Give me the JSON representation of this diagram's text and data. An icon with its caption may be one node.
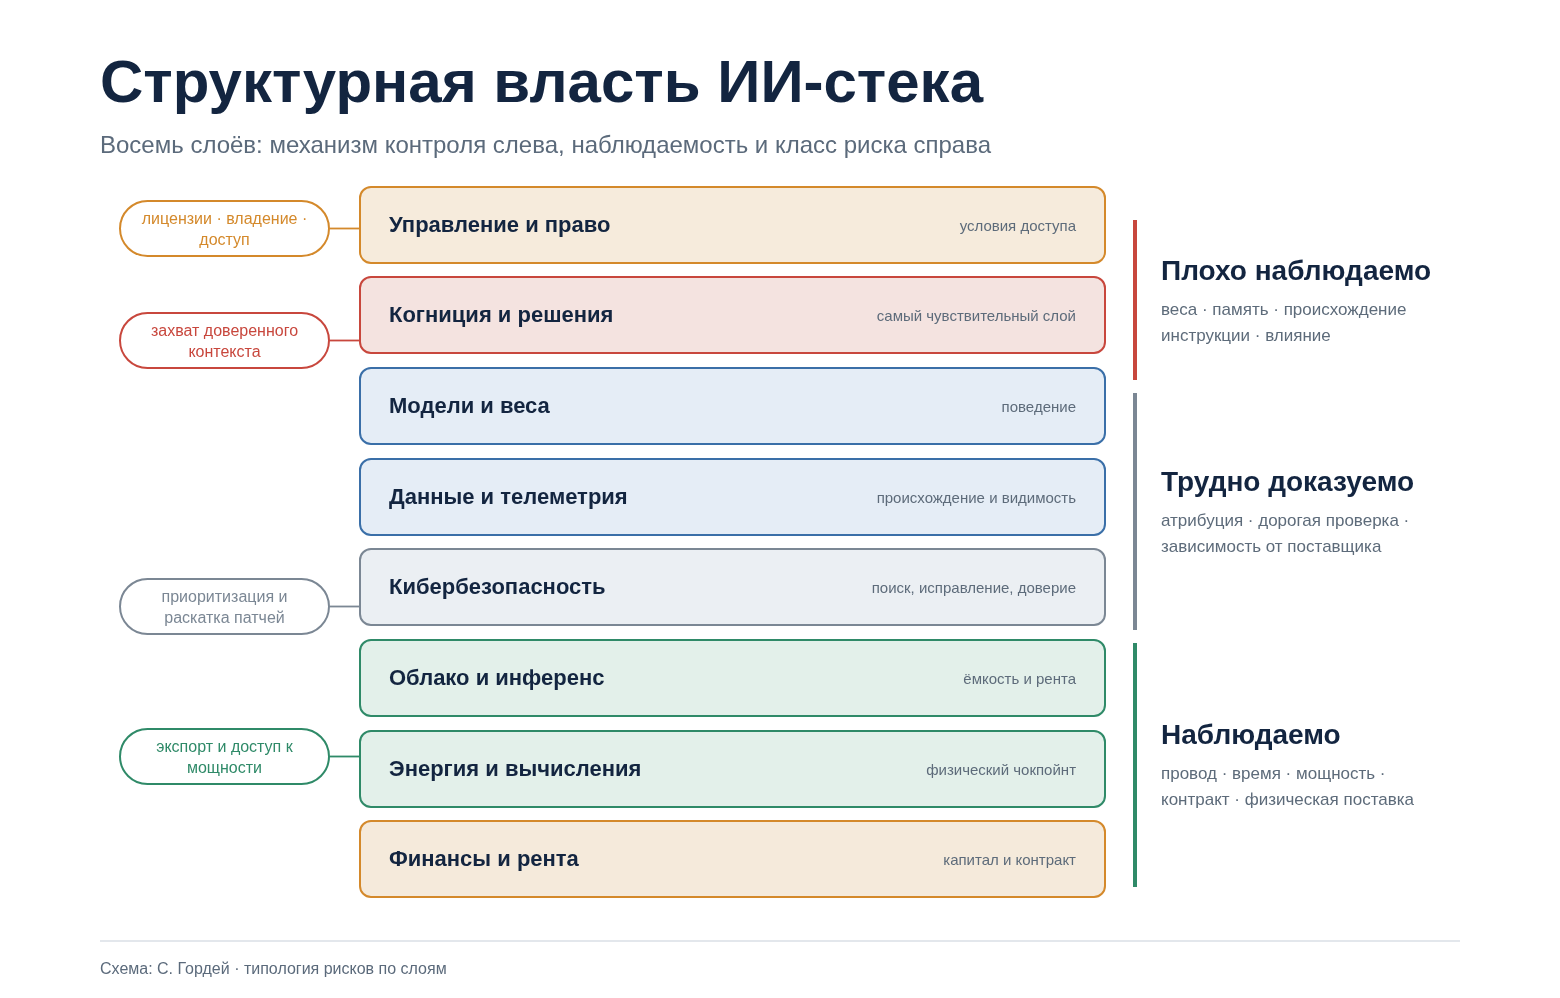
{
  "diagram": {
    "title": "Структурная власть ИИ-стека",
    "nodes": [
      {
        "text": [
          "Управление и право",
          "условия доступа"
        ]
      },
      {
        "text": [
          "Когниция и решения",
          "самый чувствительный слой"
        ]
      },
      {
        "text": [
          "Модели и веса",
          "поведение"
        ]
      },
      {
        "text": [
          "Данные и телеметрия",
          "происхождение и видимость"
        ]
      },
      {
        "text": [
          "Кибербезопасность",
          "поиск, исправление, доверие"
        ]
      },
      {
        "text": [
          "Облако и инференс",
          "ёмкость и рента"
        ]
      },
      {
        "text": [
          "Энергия и вычисления",
          "физический чокпойнт"
        ]
      },
      {
        "text": [
          "Финансы и рента",
          "капитал и контракт"
        ]
      },
      {
        "text": [
          "лицензии · владение · доступ"
        ]
      },
      {
        "text": [
          "захват доверенного контекста"
        ]
      },
      {
        "text": [
          "приоритизация и раскатка патчей"
        ]
      },
      {
        "text": [
          "экспорт и доступ к мощности"
        ]
      }
    ],
    "edges": [
      {
        "from": 8,
        "to": 0,
        "arrow": "none",
        "color": "#d4892b"
      },
      {
        "from": 9,
        "to": 1,
        "arrow": "none",
        "color": "#c8473d"
      },
      {
        "from": 10,
        "to": 4,
        "arrow": "none",
        "color": "#7b8794"
      },
      {
        "from": 11,
        "to": 6,
        "arrow": "none",
        "color": "#2f8a68"
      }
    ],
    "labels": [
      "Восемь слоёв: механизм контроля слева, наблюдаемость и класс риска справа",
      "Плохо наблюдаемо",
      "веса · память · происхождение инструкции · влияние",
      "Трудно доказуемо",
      "атрибуция · дорогая проверка · зависимость от поставщика",
      "Наблюдаемо",
      "провод · время · мощность · контракт · физическая поставка",
      "Схема: С. Гордей · типология рисков по слоям"
    ]
  }
}
